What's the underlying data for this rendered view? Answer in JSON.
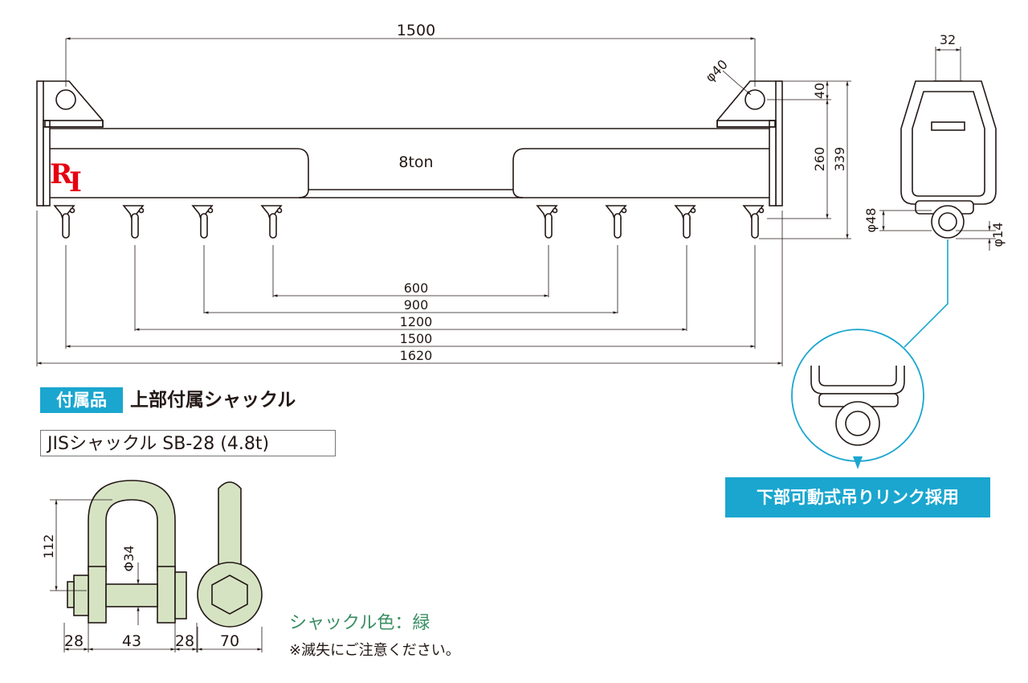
{
  "beam": {
    "logo": "RI",
    "capacity": "8ton"
  },
  "dimensions": {
    "top_pitch": "1500",
    "hole_dia": "φ40",
    "lug_height": "40",
    "beam_height": "260",
    "overall_height": "339",
    "link_dia": "φ48",
    "pin_dia": "φ14",
    "end_width": "32",
    "hook_pitches": [
      "600",
      "900",
      "1200",
      "1500",
      "1620"
    ]
  },
  "accessory": {
    "badge": "付属品",
    "title": "上部付属シャックル",
    "model": "JISシャックル SB-28 (4.8t)"
  },
  "shackle_dims": {
    "height": "112",
    "pin_dia": "Φ34",
    "side_a": "28",
    "inner": "43",
    "side_b": "28",
    "eye_width": "70"
  },
  "shackle_color_label": "シャックル色：緑",
  "loss_note": "※滅失にご注意ください。",
  "link_banner": "下部可動式吊りリンク採用",
  "colors": {
    "accent": "#1aa6cf",
    "logo_red": "#e60012",
    "shackle_fill": "#d5e3c3",
    "shackle_text": "#3a8f63"
  }
}
